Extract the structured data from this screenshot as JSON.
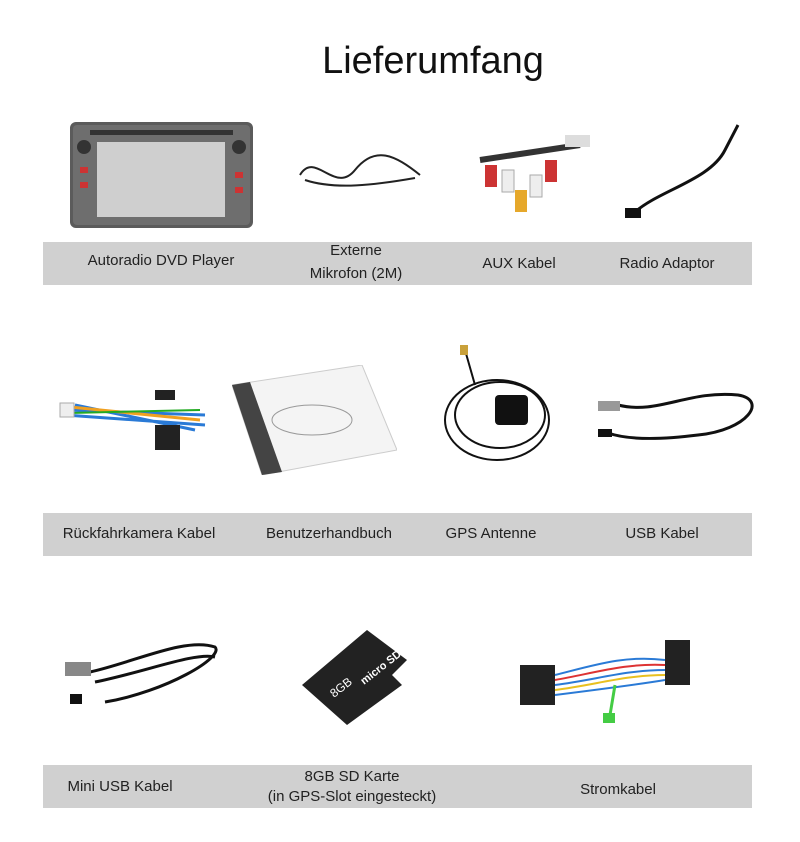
{
  "title": "Lieferumfang",
  "items": [
    {
      "label": "Autoradio DVD Player",
      "icon": "car-stereo"
    },
    {
      "label_line1": "Externe",
      "label_line2": "Mikrofon (2M)",
      "icon": "microphone-cable"
    },
    {
      "label": "AUX Kabel",
      "icon": "aux-cable"
    },
    {
      "label": "Radio Adaptor",
      "icon": "radio-adapter"
    },
    {
      "label": "Rückfahrkamera Kabel",
      "icon": "camera-cable"
    },
    {
      "label": "Benutzerhandbuch",
      "icon": "manual"
    },
    {
      "label": "GPS Antenne",
      "icon": "gps-antenna"
    },
    {
      "label": "USB Kabel",
      "icon": "usb-cable"
    },
    {
      "label": "Mini USB Kabel",
      "icon": "mini-usb-cable"
    },
    {
      "label_line1": "8GB SD Karte",
      "label_line2": "(in GPS-Slot eingesteckt)",
      "icon": "sd-card",
      "card_text": "8GB",
      "card_brand": "micro SD HC"
    },
    {
      "label": "Stromkabel",
      "icon": "power-cable"
    }
  ],
  "colors": {
    "bar": "#d0d0d0",
    "text": "#222222"
  }
}
